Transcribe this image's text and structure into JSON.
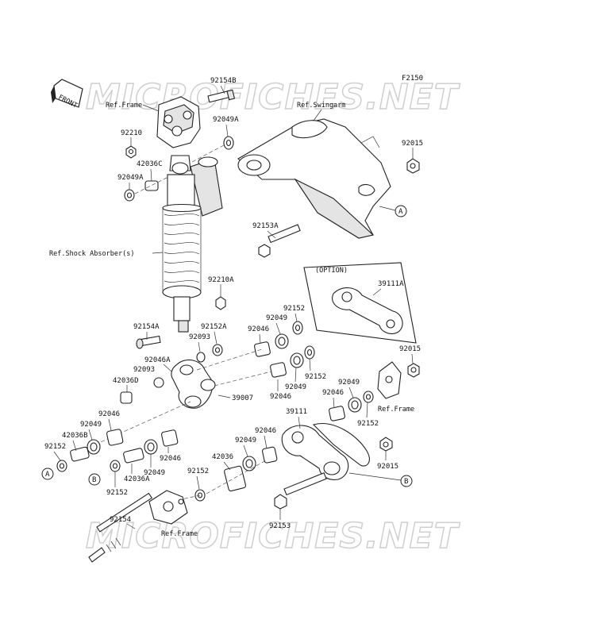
{
  "figure_code": "F2150",
  "watermark": "MICROFICHES.NET",
  "front_label": "FRONT",
  "option_label": "(OPTION)",
  "refs": {
    "frame_top": "Ref.Frame",
    "swingarm": "Ref.Swingarm",
    "shock_absorber": "Ref.Shock Absorber(s)",
    "frame_right": "Ref.Frame",
    "frame_bottom": "Ref.Frame"
  },
  "parts": {
    "p92154B": "92154B",
    "p92210": "92210",
    "p92049A_top": "92049A",
    "p42036C": "42036C",
    "p92049A_left": "92049A",
    "p92015_top": "92015",
    "p92153A": "92153A",
    "p39111A": "39111A",
    "p92210A": "92210A",
    "p92152_upper": "92152",
    "p92049_upper": "92049",
    "p92046_upper": "92046",
    "p92154A": "92154A",
    "p92152A": "92152A",
    "p92093_a": "92093",
    "p92046A": "92046A",
    "p92093_b": "92093",
    "p42036D": "42036D",
    "p92152_mid": "92152",
    "p92049_mid": "92049",
    "p92046_mid": "92046",
    "p39007": "39007",
    "p92015_right": "92015",
    "p92049_r": "92049",
    "p92046_r": "92046",
    "p92152_r": "92152",
    "p39111": "39111",
    "p92046_left": "92046",
    "p92049_left": "92049",
    "p42036B": "42036B",
    "p92152_left": "92152",
    "p92046_c": "92046",
    "p92049_c": "92049",
    "p42036A": "42036A",
    "p92152_c": "92152",
    "p92046_lr": "92046",
    "p92049_lr": "92049",
    "p42036": "42036",
    "p92152_lr": "92152",
    "p92015_bottom": "92015",
    "p92153": "92153",
    "p92154": "92154"
  },
  "callouts": {
    "A": "A",
    "B": "B"
  }
}
